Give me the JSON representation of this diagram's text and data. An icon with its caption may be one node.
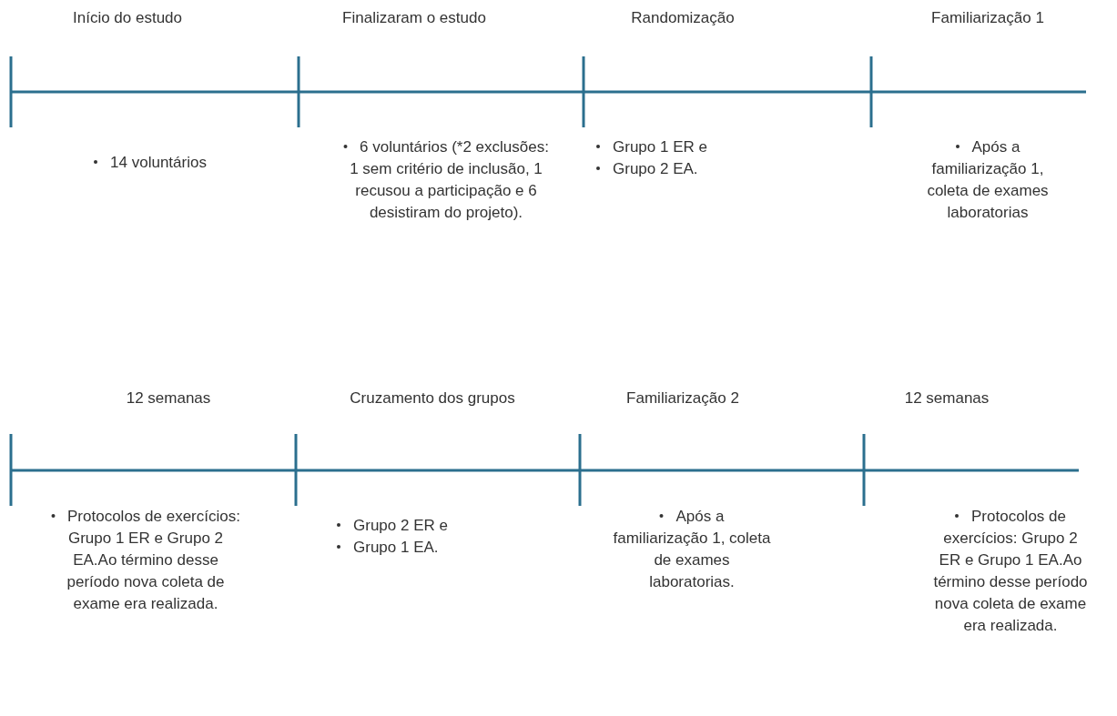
{
  "diagram": {
    "labels": [
      "Início do estudo",
      "Finalizaram o estudo",
      "Randomização",
      "Familiarização 1",
      "14 voluntários",
      "6 voluntários (*2 exclusões: 1 sem critério de inclusão, 1 recusou a participação e 6 desistiram do projeto).",
      "Grupo 1 ER e",
      "Grupo 2 EA.",
      "Após a familiarização 1, coleta de exames laboratorias",
      "12 semanas",
      "Cruzamento dos grupos",
      "Familiarização 2",
      "12 semanas",
      "Protocolos de exercícios: Grupo 1 ER e Grupo 2 EA.Ao término desse período nova coleta de exame era realizada.",
      "Grupo 2 ER e",
      "Grupo 1 EA.",
      "Após a familiarização 1, coleta de exames laboratorias.",
      "Protocolos de exercícios: Grupo 2 ER e Grupo 1 EA.Ao término desse período nova coleta de exame era realizada."
    ]
  }
}
